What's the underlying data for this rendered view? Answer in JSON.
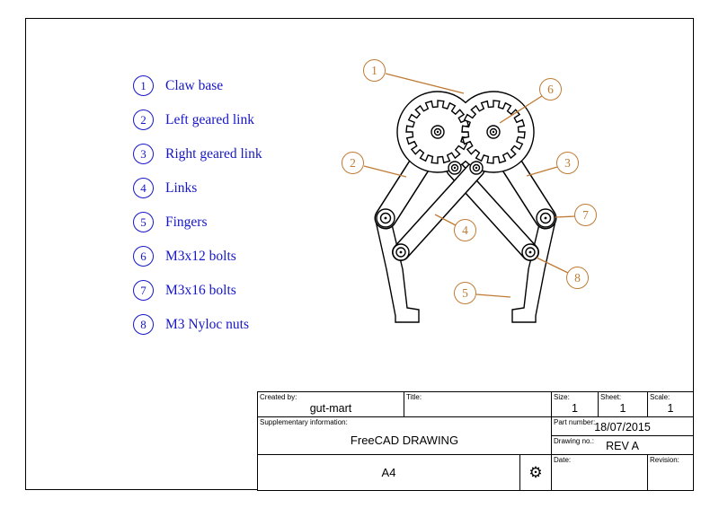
{
  "colors": {
    "list_blue": "#1616c8",
    "balloon_orange": "#bf7b35",
    "drawing_line": "#000000"
  },
  "parts_list": {
    "items": [
      {
        "num": "1",
        "label": "Claw base"
      },
      {
        "num": "2",
        "label": "Left geared link"
      },
      {
        "num": "3",
        "label": "Right geared link"
      },
      {
        "num": "4",
        "label": "Links"
      },
      {
        "num": "5",
        "label": "Fingers"
      },
      {
        "num": "6",
        "label": "M3x12 bolts"
      },
      {
        "num": "7",
        "label": "M3x16 bolts"
      },
      {
        "num": "8",
        "label": "M3 Nyloc nuts"
      }
    ]
  },
  "drawing": {
    "balloons": [
      "1",
      "2",
      "3",
      "4",
      "5",
      "6",
      "7",
      "8"
    ]
  },
  "title_block": {
    "created_by_label": "Created by:",
    "created_by_value": "gut-mart",
    "title_label": "Title:",
    "size_label": "Size:",
    "size_value": "1",
    "sheet_label": "Sheet:",
    "sheet_value": "1",
    "scale_label": "Scale:",
    "scale_value": "1",
    "supplementary_label": "Supplementary information:",
    "supplementary_value": "FreeCAD DRAWING",
    "part_number_label": "Part number:",
    "part_number_value": "18/07/2015",
    "drawing_no_label": "Drawing no.:",
    "drawing_no_value": "REV A",
    "date_label": "Date:",
    "revision_label": "Revision:",
    "paper_format": "A4",
    "gear_icon": "⚙"
  }
}
